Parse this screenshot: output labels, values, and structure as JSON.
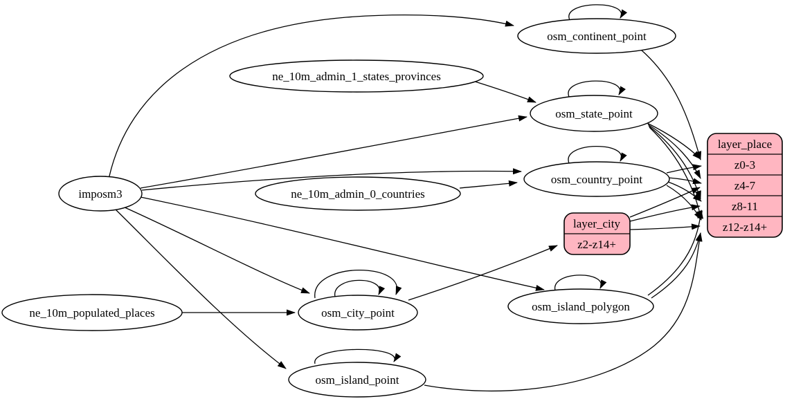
{
  "colors": {
    "record_fill": "#ffb6c1",
    "edge_color": "#000000",
    "node_fill": "#ffffff",
    "background": "#ffffff"
  },
  "nodes": {
    "imposm3": {
      "label": "imposm3",
      "shape": "ellipse"
    },
    "ne_10m_admin_1_states_provinces": {
      "label": "ne_10m_admin_1_states_provinces",
      "shape": "ellipse"
    },
    "ne_10m_admin_0_countries": {
      "label": "ne_10m_admin_0_countries",
      "shape": "ellipse"
    },
    "ne_10m_populated_places": {
      "label": "ne_10m_populated_places",
      "shape": "ellipse"
    },
    "osm_continent_point": {
      "label": "osm_continent_point",
      "shape": "ellipse"
    },
    "osm_state_point": {
      "label": "osm_state_point",
      "shape": "ellipse"
    },
    "osm_country_point": {
      "label": "osm_country_point",
      "shape": "ellipse"
    },
    "osm_city_point": {
      "label": "osm_city_point",
      "shape": "ellipse"
    },
    "osm_island_polygon": {
      "label": "osm_island_polygon",
      "shape": "ellipse"
    },
    "osm_island_point": {
      "label": "osm_island_point",
      "shape": "ellipse"
    }
  },
  "records": {
    "layer_place": {
      "title": "layer_place",
      "rows": [
        "z0-3",
        "z4-7",
        "z8-11",
        "z12-z14+"
      ]
    },
    "layer_city": {
      "title": "layer_city",
      "rows": [
        "z2-z14+"
      ]
    }
  },
  "edges": [
    {
      "from": "imposm3",
      "to": "osm_continent_point"
    },
    {
      "from": "imposm3",
      "to": "osm_state_point"
    },
    {
      "from": "imposm3",
      "to": "osm_country_point"
    },
    {
      "from": "imposm3",
      "to": "osm_city_point"
    },
    {
      "from": "imposm3",
      "to": "osm_island_polygon"
    },
    {
      "from": "imposm3",
      "to": "osm_island_point"
    },
    {
      "from": "ne_10m_admin_1_states_provinces",
      "to": "osm_state_point"
    },
    {
      "from": "ne_10m_admin_0_countries",
      "to": "osm_country_point"
    },
    {
      "from": "ne_10m_populated_places",
      "to": "osm_city_point"
    },
    {
      "from": "osm_continent_point",
      "to": "osm_continent_point",
      "type": "self-loop"
    },
    {
      "from": "osm_state_point",
      "to": "osm_state_point",
      "type": "self-loop"
    },
    {
      "from": "osm_country_point",
      "to": "osm_country_point",
      "type": "self-loop"
    },
    {
      "from": "osm_city_point",
      "to": "osm_city_point",
      "type": "self-loop"
    },
    {
      "from": "osm_city_point",
      "to": "osm_city_point",
      "type": "self-loop"
    },
    {
      "from": "osm_island_polygon",
      "to": "osm_island_polygon",
      "type": "self-loop"
    },
    {
      "from": "osm_island_point",
      "to": "osm_island_point",
      "type": "self-loop"
    },
    {
      "from": "osm_city_point",
      "to": "layer_city:z2-z14+"
    },
    {
      "from": "osm_continent_point",
      "to": "layer_place:z0-3"
    },
    {
      "from": "osm_state_point",
      "to": "layer_place:z0-3"
    },
    {
      "from": "osm_state_point",
      "to": "layer_place:z4-7"
    },
    {
      "from": "osm_state_point",
      "to": "layer_place:z8-11"
    },
    {
      "from": "osm_state_point",
      "to": "layer_place:z12-z14+"
    },
    {
      "from": "osm_country_point",
      "to": "layer_place:z0-3"
    },
    {
      "from": "osm_country_point",
      "to": "layer_place:z4-7"
    },
    {
      "from": "osm_country_point",
      "to": "layer_place:z8-11"
    },
    {
      "from": "osm_country_point",
      "to": "layer_place:z12-z14+"
    },
    {
      "from": "layer_city",
      "to": "layer_place:z4-7"
    },
    {
      "from": "layer_city",
      "to": "layer_place:z8-11"
    },
    {
      "from": "layer_city",
      "to": "layer_place:z12-z14+"
    },
    {
      "from": "osm_island_polygon",
      "to": "layer_place:z8-11"
    },
    {
      "from": "osm_island_polygon",
      "to": "layer_place:z12-z14+"
    },
    {
      "from": "osm_island_point",
      "to": "layer_place:z12-z14+"
    }
  ]
}
